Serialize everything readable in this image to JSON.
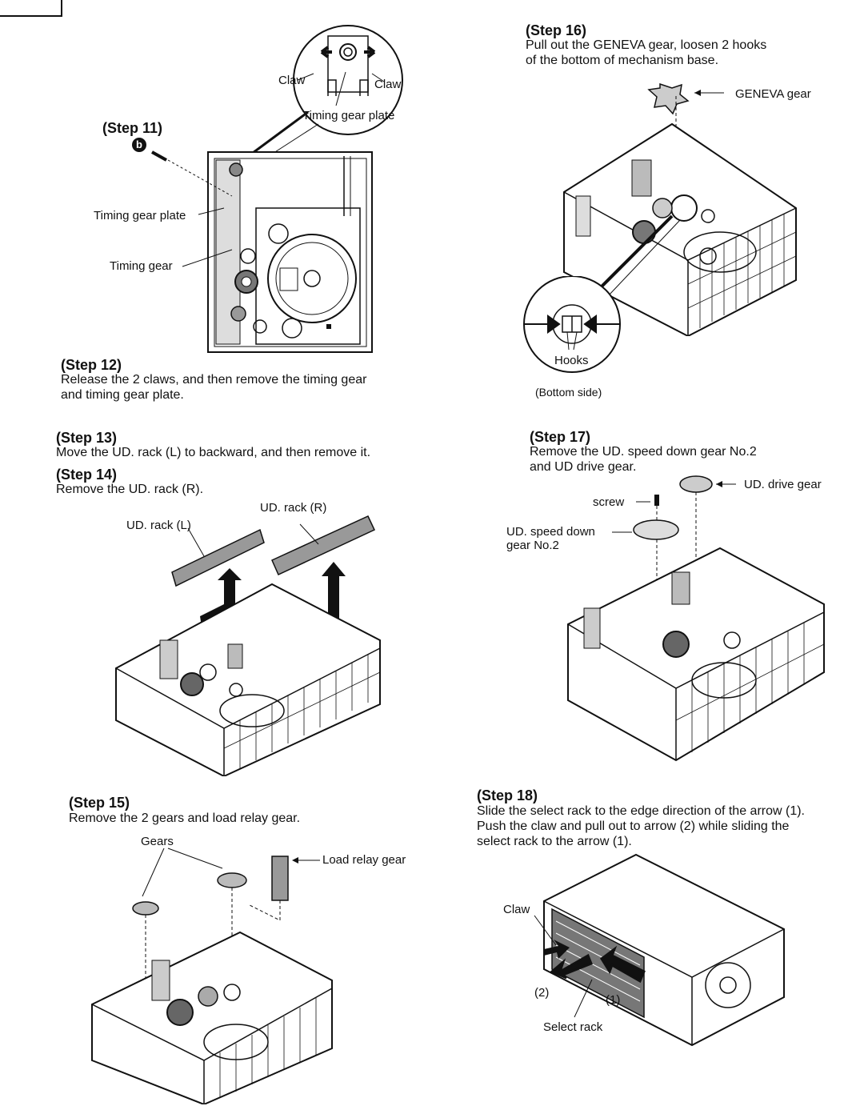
{
  "step11": {
    "title": "(Step 11)",
    "screw_mark": "b",
    "labels": {
      "claw_left": "Claw",
      "claw_right": "Claw",
      "timing_gear_plate_top": "Timing gear plate",
      "timing_gear_plate": "Timing gear plate",
      "timing_gear": "Timing gear"
    }
  },
  "step12": {
    "title": "(Step 12)",
    "text": "Release the 2 claws, and then remove the timing gear\nand timing gear plate."
  },
  "step13": {
    "title": "(Step 13)",
    "text": "Move the UD. rack (L) to backward, and then remove it."
  },
  "step14": {
    "title": "(Step 14)",
    "text": "Remove the UD. rack (R).",
    "labels": {
      "rack_l": "UD. rack (L)",
      "rack_r": "UD. rack (R)"
    }
  },
  "step15": {
    "title": "(Step 15)",
    "text": "Remove the 2 gears and load relay gear.",
    "labels": {
      "gears": "Gears",
      "load_relay_gear": "Load relay gear"
    }
  },
  "step16": {
    "title": "(Step 16)",
    "text": "Pull out the GENEVA gear, loosen 2 hooks\nof the bottom of mechanism base.",
    "labels": {
      "geneva_gear": "GENEVA gear",
      "hooks": "Hooks",
      "bottom_side": "(Bottom side)"
    }
  },
  "step17": {
    "title": "(Step 17)",
    "text": "Remove the UD. speed down gear No.2\nand UD drive gear.",
    "labels": {
      "screw": "screw",
      "ud_drive_gear": "UD. drive gear",
      "speed_down_gear": "UD. speed down\ngear No.2"
    }
  },
  "step18": {
    "title": "(Step 18)",
    "text": "Slide the select rack to the edge direction of the arrow (1).\nPush the claw and pull out to arrow (2) while sliding the\nselect rack to the arrow (1).",
    "labels": {
      "claw": "Claw",
      "arrow2": "(2)",
      "arrow1": "(1)",
      "select_rack": "Select rack"
    }
  }
}
